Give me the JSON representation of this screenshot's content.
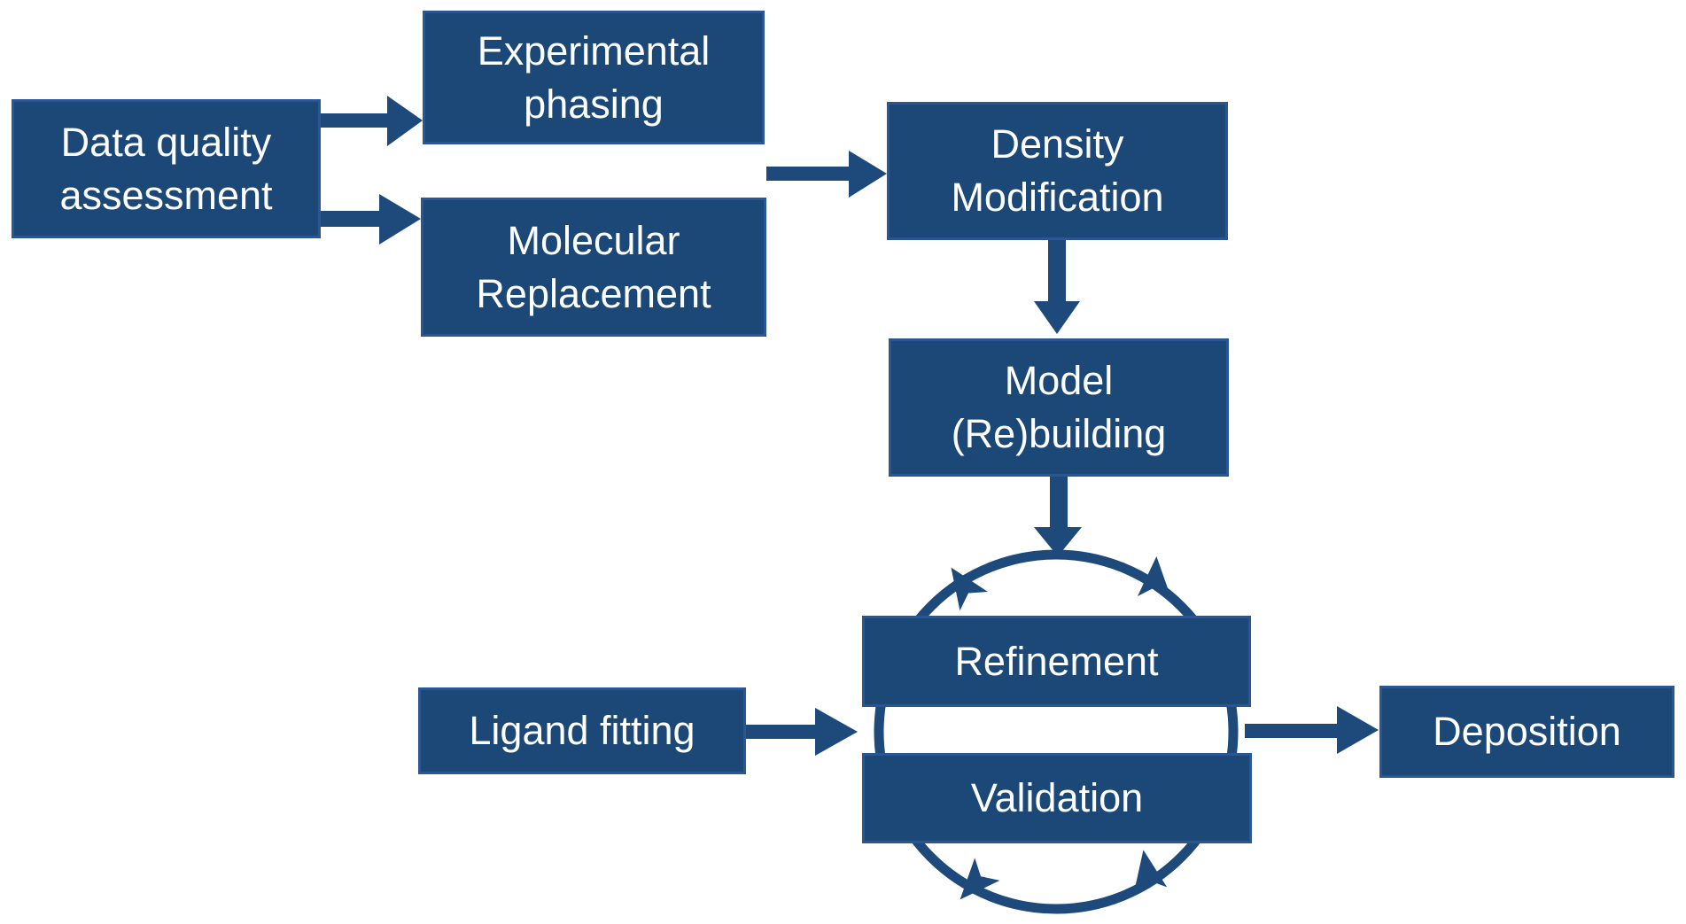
{
  "diagram": {
    "type": "flowchart",
    "colors": {
      "node_fill": "#1c4878",
      "node_border": "#2b5694",
      "arrow": "#1d4a7a",
      "text": "#ffffff",
      "background": "#ffffff"
    },
    "nodes": {
      "data_quality_assessment": {
        "label": "Data quality\nassessment"
      },
      "experimental_phasing": {
        "label": "Experimental\nphasing"
      },
      "molecular_replacement": {
        "label": "Molecular\nReplacement"
      },
      "density_modification": {
        "label": "Density\nModification"
      },
      "model_rebuilding": {
        "label": "Model\n(Re)building"
      },
      "refinement": {
        "label": "Refinement"
      },
      "validation": {
        "label": "Validation"
      },
      "ligand_fitting": {
        "label": "Ligand fitting"
      },
      "deposition": {
        "label": "Deposition"
      }
    },
    "edges": [
      {
        "from": "data_quality_assessment",
        "to": "experimental_phasing"
      },
      {
        "from": "data_quality_assessment",
        "to": "molecular_replacement"
      },
      {
        "from": "experimental_phasing / molecular_replacement",
        "to": "density_modification"
      },
      {
        "from": "density_modification",
        "to": "model_rebuilding"
      },
      {
        "from": "model_rebuilding",
        "to": "refinement_validation_cycle"
      },
      {
        "from": "ligand_fitting",
        "to": "refinement_validation_cycle"
      },
      {
        "from": "refinement_validation_cycle",
        "to": "deposition"
      },
      {
        "from": "refinement",
        "to": "validation",
        "style": "circular-cycle"
      }
    ]
  }
}
